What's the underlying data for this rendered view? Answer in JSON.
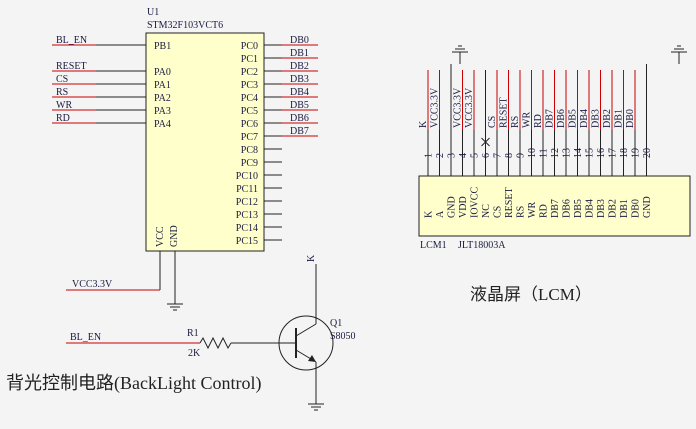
{
  "mcu": {
    "ref": "U1",
    "part": "STM32F103VCT6",
    "left_pins": [
      {
        "pin": "PB1",
        "net": "BL_EN"
      },
      {
        "pin": "PA0",
        "net": "RESET"
      },
      {
        "pin": "PA1",
        "net": "CS"
      },
      {
        "pin": "PA2",
        "net": "RS"
      },
      {
        "pin": "PA3",
        "net": "WR"
      },
      {
        "pin": "PA4",
        "net": "RD"
      }
    ],
    "right_pins": [
      {
        "pin": "PC0",
        "net": "DB0"
      },
      {
        "pin": "PC1",
        "net": "DB1"
      },
      {
        "pin": "PC2",
        "net": "DB2"
      },
      {
        "pin": "PC3",
        "net": "DB3"
      },
      {
        "pin": "PC4",
        "net": "DB4"
      },
      {
        "pin": "PC5",
        "net": "DB5"
      },
      {
        "pin": "PC6",
        "net": "DB6"
      },
      {
        "pin": "PC7",
        "net": "DB7"
      },
      {
        "pin": "PC8",
        "net": ""
      },
      {
        "pin": "PC9",
        "net": ""
      },
      {
        "pin": "PC10",
        "net": ""
      },
      {
        "pin": "PC11",
        "net": ""
      },
      {
        "pin": "PC12",
        "net": ""
      },
      {
        "pin": "PC13",
        "net": ""
      },
      {
        "pin": "PC14",
        "net": ""
      },
      {
        "pin": "PC15",
        "net": ""
      }
    ],
    "bottom_pins": [
      "VCC",
      "GND"
    ],
    "vcc_net": "VCC3.3V"
  },
  "lcm": {
    "ref": "LCM1",
    "part": "JLT18003A",
    "pins": [
      {
        "num": "1",
        "name": "K",
        "net": "K"
      },
      {
        "num": "2",
        "name": "A",
        "net": "VCC3.3V"
      },
      {
        "num": "3",
        "name": "GND",
        "net": ""
      },
      {
        "num": "4",
        "name": "VDD",
        "net": "VCC3.3V"
      },
      {
        "num": "5",
        "name": "IOVCC",
        "net": "VCC3.3V"
      },
      {
        "num": "6",
        "name": "NC",
        "net": ""
      },
      {
        "num": "7",
        "name": "CS",
        "net": "CS"
      },
      {
        "num": "8",
        "name": "RESET",
        "net": "RESET"
      },
      {
        "num": "9",
        "name": "RS",
        "net": "RS"
      },
      {
        "num": "10",
        "name": "WR",
        "net": "WR"
      },
      {
        "num": "11",
        "name": "RD",
        "net": "RD"
      },
      {
        "num": "12",
        "name": "DB7",
        "net": "DB7"
      },
      {
        "num": "13",
        "name": "DB6",
        "net": "DB6"
      },
      {
        "num": "14",
        "name": "DB5",
        "net": "DB5"
      },
      {
        "num": "15",
        "name": "DB4",
        "net": "DB4"
      },
      {
        "num": "16",
        "name": "DB3",
        "net": "DB3"
      },
      {
        "num": "17",
        "name": "DB2",
        "net": "DB2"
      },
      {
        "num": "18",
        "name": "DB1",
        "net": "DB1"
      },
      {
        "num": "19",
        "name": "DB0",
        "net": "DB0"
      },
      {
        "num": "20",
        "name": "GND",
        "net": ""
      }
    ],
    "caption": "液晶屏（LCM）"
  },
  "backlight": {
    "input_net": "BL_EN",
    "resistor_ref": "R1",
    "resistor_value": "2K",
    "transistor_ref": "Q1",
    "transistor_part": "S8050",
    "collector_net": "K",
    "caption": "背光控制电路(BackLight Control)"
  }
}
